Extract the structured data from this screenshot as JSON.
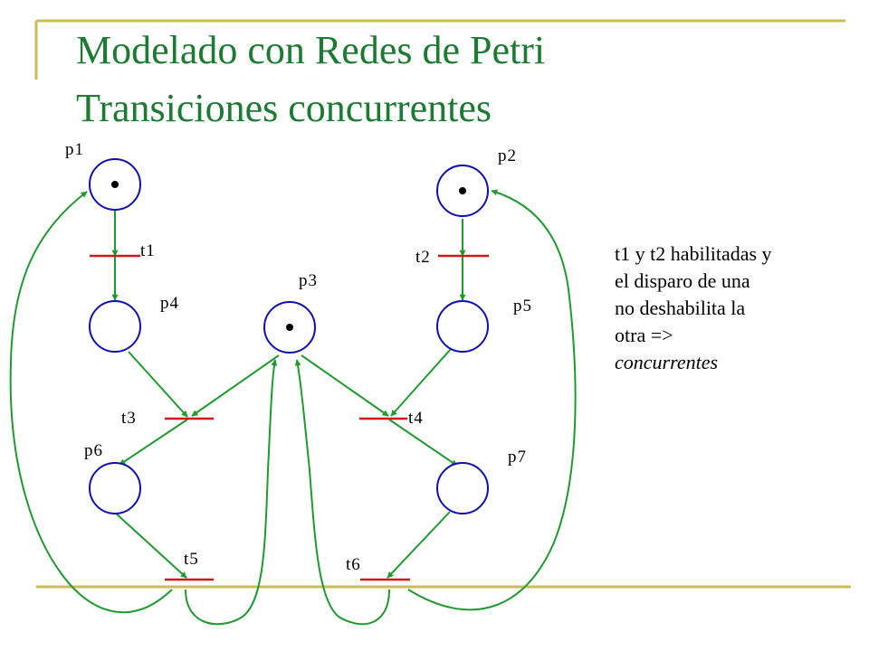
{
  "title": {
    "line1": "Modelado con Redes de Petri",
    "line2": "Transiciones concurrentes"
  },
  "places": [
    {
      "id": "p1",
      "label": "p1",
      "token": true
    },
    {
      "id": "p2",
      "label": "p2",
      "token": true
    },
    {
      "id": "p3",
      "label": "p3",
      "token": true
    },
    {
      "id": "p4",
      "label": "p4",
      "token": false
    },
    {
      "id": "p5",
      "label": "p5",
      "token": false
    },
    {
      "id": "p6",
      "label": "p6",
      "token": false
    },
    {
      "id": "p7",
      "label": "p7",
      "token": false
    }
  ],
  "transitions": [
    {
      "id": "t1",
      "label": "t1"
    },
    {
      "id": "t2",
      "label": "t2"
    },
    {
      "id": "t3",
      "label": "t3"
    },
    {
      "id": "t4",
      "label": "t4"
    },
    {
      "id": "t5",
      "label": "t5"
    },
    {
      "id": "t6",
      "label": "t6"
    }
  ],
  "note": {
    "line1": "t1 y t2 habilitadas y",
    "line2": "el disparo de una",
    "line3": "no deshabilita la",
    "line4": "otra =>",
    "line5": "concurrentes"
  },
  "colors": {
    "title": "#1d7a33",
    "arc": "#1f9a2e",
    "transition": "#d01818",
    "accent_rule": "#c8bd57",
    "place_stroke": "#1010b0"
  }
}
